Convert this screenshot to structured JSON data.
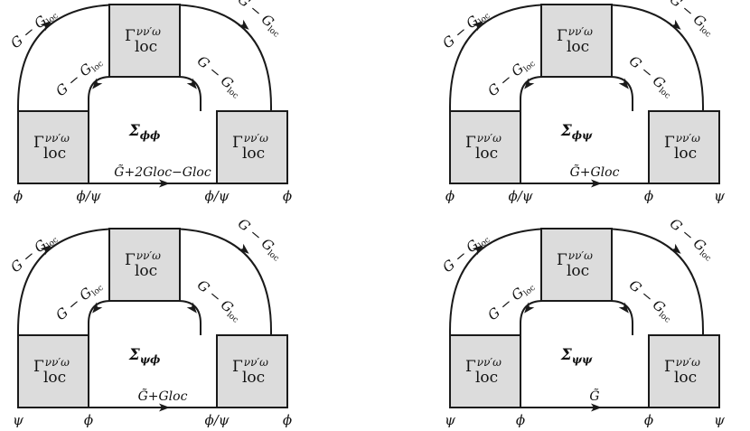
{
  "diagrams": [
    {
      "sigma": "Σ",
      "sigma_sub": "ϕϕ",
      "bottom_propagator": "G̃+2Gloc−Gloc",
      "labels": [
        "ϕ",
        "ϕ/ψ",
        "ϕ/ψ",
        "ϕ"
      ]
    },
    {
      "sigma": "Σ",
      "sigma_sub": "ϕψ",
      "bottom_propagator": "G̃+Gloc",
      "labels": [
        "ϕ",
        "ϕ/ψ",
        "ϕ",
        "ψ"
      ]
    },
    {
      "sigma": "Σ",
      "sigma_sub": "ψϕ",
      "bottom_propagator": "G̃+Gloc",
      "labels": [
        "ψ",
        "ϕ",
        "ϕ/ψ",
        "ϕ"
      ]
    },
    {
      "sigma": "Σ",
      "sigma_sub": "ψψ",
      "bottom_propagator": "G̃",
      "labels": [
        "ψ",
        "ϕ",
        "ϕ",
        "ψ"
      ]
    }
  ],
  "common": {
    "gamma_main": "Γ",
    "gamma_sup": "νν′ω",
    "gamma_sub": "loc",
    "propagator_main": "G − G",
    "propagator_sub": "loc"
  }
}
